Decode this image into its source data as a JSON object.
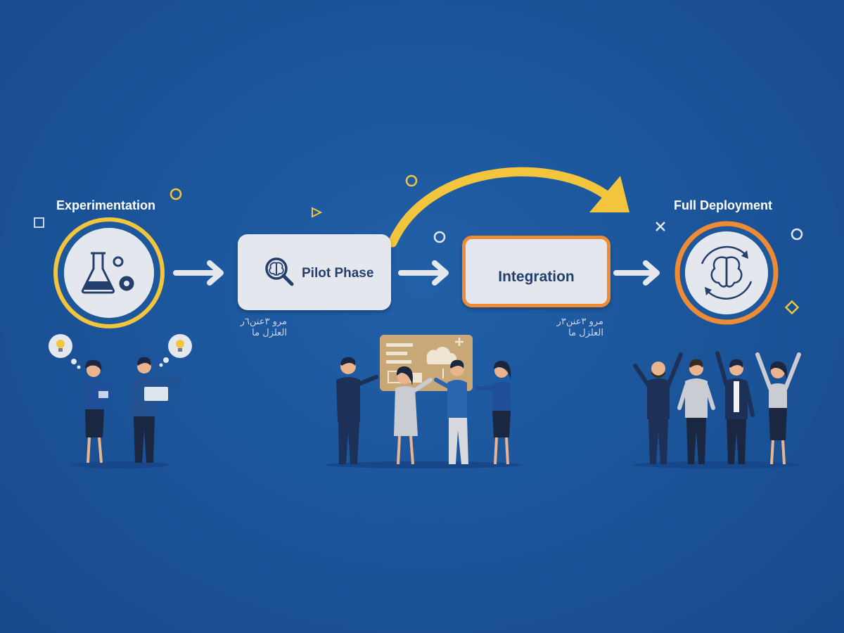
{
  "stages": {
    "experimentation": {
      "label": "Experimentation",
      "icon": "flask-gears-icon"
    },
    "pilot": {
      "label": "Pilot Phase",
      "icon": "magnifier-brain-icon",
      "caption": "مرو ٣عنن٦ر\nالعلزل ما"
    },
    "integration": {
      "label": "Integration",
      "caption": "مرو ٣عنن٣ر\nالعلزل ما"
    },
    "deployment": {
      "label": "Full Deployment",
      "icon": "brain-cycle-icon"
    }
  },
  "colors": {
    "background": "#1b5398",
    "box": "#e4e8ee",
    "accent_yellow": "#f2c53d",
    "accent_orange": "#ef8a35",
    "text_dark": "#243f6b"
  }
}
